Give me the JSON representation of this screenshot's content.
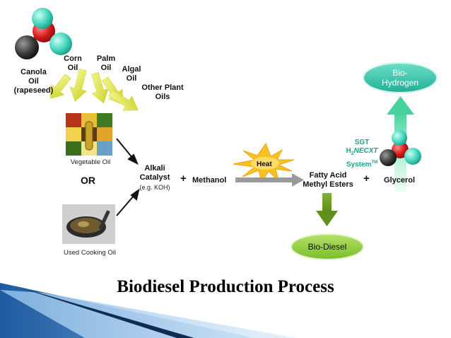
{
  "diagram": {
    "oil_sources": {
      "canola": "Canola\nOil\n(rapeseed)",
      "corn": "Corn\nOil",
      "palm": "Palm\nOil",
      "algal": "Algal\nOil",
      "other": "Other Plant\nOils"
    },
    "vegetable_oil_caption": "Vegetable Oil",
    "or_label": "OR",
    "used_cooking_oil_caption": "Used Cooking Oil",
    "catalyst": "Alkali\nCatalyst",
    "catalyst_example": "(e.g. KOH)",
    "plus_1": "+",
    "methanol": "Methanol",
    "heat": "Heat",
    "fame": "Fatty Acid\nMethyl Esters",
    "plus_2": "+",
    "glycerol": "Glycerol",
    "biodiesel": "Bio-Diesel",
    "biohydrogen": "Bio-\nHydrogen",
    "sgt_line1": "SGT",
    "sgt_line2_prefix": "H",
    "sgt_line2_sub": "2",
    "sgt_line2_italic": "NECXT",
    "sgt_line3": "System",
    "sgt_tm": "TM"
  },
  "title": "Biodiesel Production Process",
  "colors": {
    "green_fill": "#8cc63f",
    "green_dark": "#5d8f1e",
    "teal_fill": "#2fc2a8",
    "sgt_text": "#1aa38a",
    "molecule_red": "#d61a1a",
    "molecule_teal": "#4ad7bf",
    "molecule_dark": "#333333",
    "yellow_arrow": "#d8e02a",
    "gray_arrow": "#9a9a9a",
    "heat_star": "#f7c21f"
  },
  "icons": [
    "molecule-icon",
    "vegetable-oil-photo",
    "cooking-oil-photo",
    "heat-burst-icon"
  ]
}
